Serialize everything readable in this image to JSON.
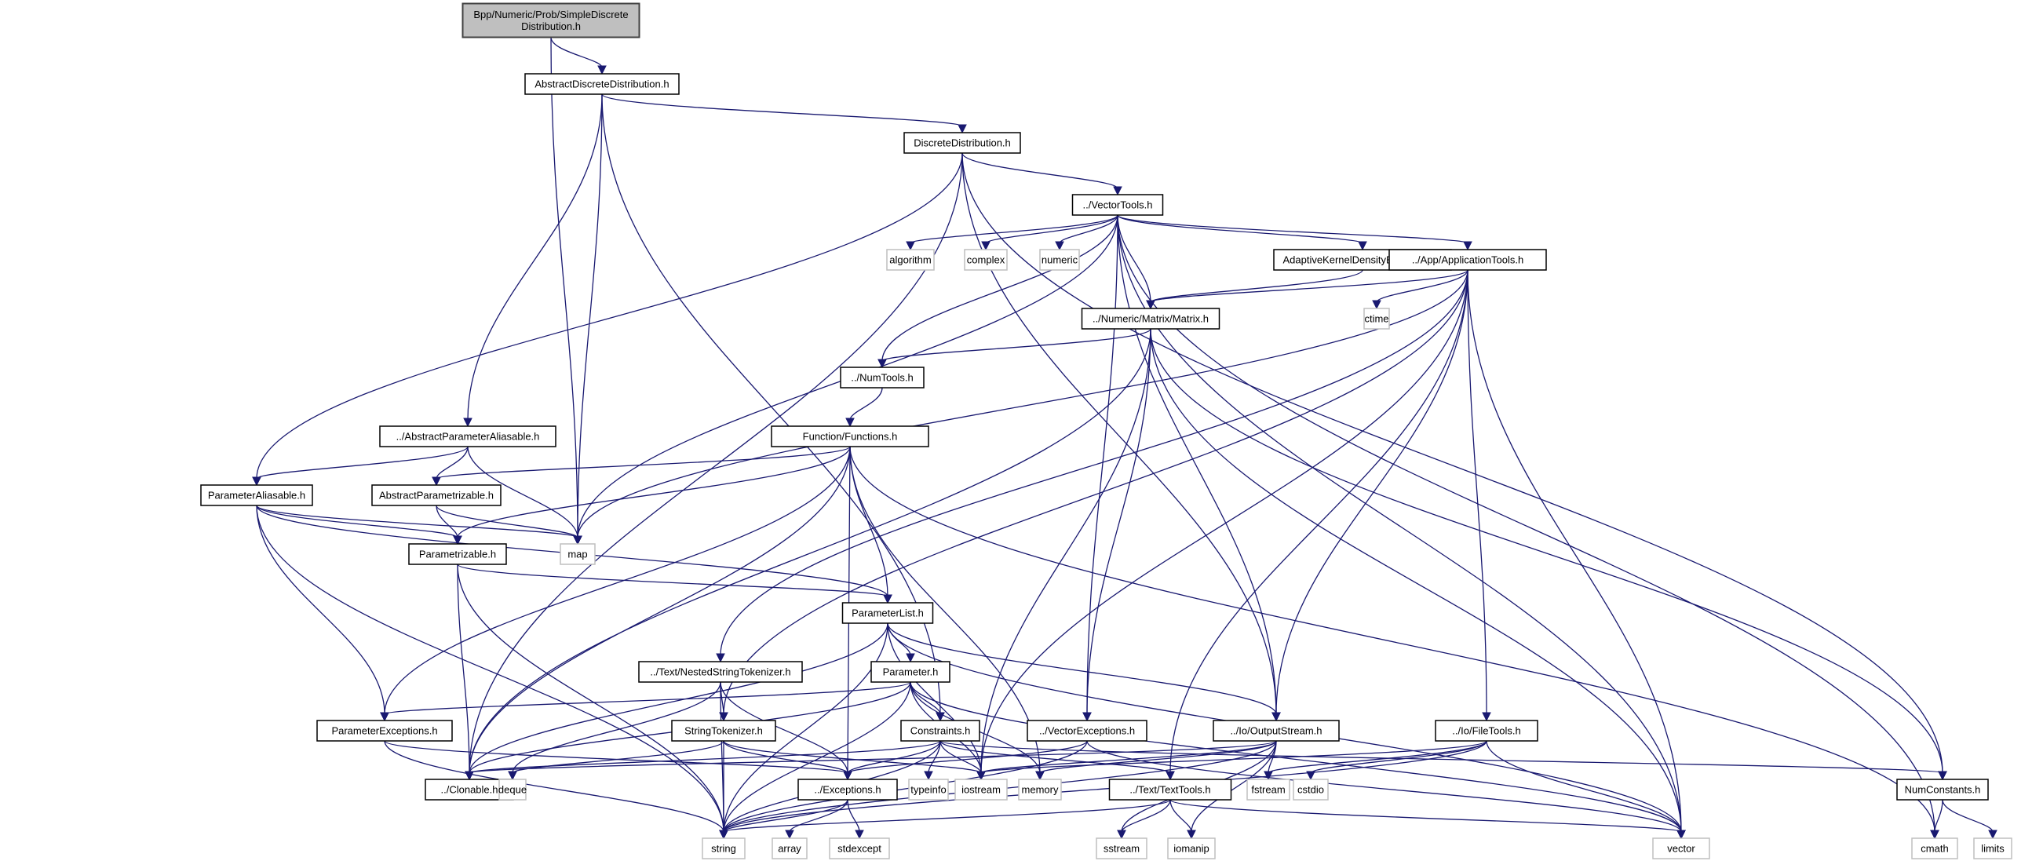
{
  "title": "Bpp/Numeric/Prob/SimpleDiscreteDistribution.h include dependency graph",
  "colors": {
    "edge": "#191970",
    "root_fill": "#bfbfbf",
    "node_border": "#000000",
    "system_border": "#bfbfbf"
  },
  "nodes": [
    {
      "id": "root",
      "lines": [
        "Bpp/Numeric/Prob/SimpleDiscrete",
        "Distribution.h"
      ],
      "kind": "root"
    },
    {
      "id": "add",
      "lines": [
        "AbstractDiscreteDistribution.h"
      ],
      "kind": "file"
    },
    {
      "id": "dd",
      "lines": [
        "DiscreteDistribution.h"
      ],
      "kind": "file"
    },
    {
      "id": "vt",
      "lines": [
        "../VectorTools.h"
      ],
      "kind": "file"
    },
    {
      "id": "algorithm",
      "lines": [
        "algorithm"
      ],
      "kind": "system"
    },
    {
      "id": "complex",
      "lines": [
        "complex"
      ],
      "kind": "system"
    },
    {
      "id": "numeric",
      "lines": [
        "numeric"
      ],
      "kind": "system"
    },
    {
      "id": "akde",
      "lines": [
        "AdaptiveKernelDensityEstimation.h"
      ],
      "kind": "file"
    },
    {
      "id": "app",
      "lines": [
        "../App/ApplicationTools.h"
      ],
      "kind": "file"
    },
    {
      "id": "matrix",
      "lines": [
        "../Numeric/Matrix/Matrix.h"
      ],
      "kind": "file"
    },
    {
      "id": "ctime",
      "lines": [
        "ctime"
      ],
      "kind": "system"
    },
    {
      "id": "numtools",
      "lines": [
        "../NumTools.h"
      ],
      "kind": "file"
    },
    {
      "id": "apa",
      "lines": [
        "../AbstractParameterAliasable.h"
      ],
      "kind": "file"
    },
    {
      "id": "func",
      "lines": [
        "Function/Functions.h"
      ],
      "kind": "file"
    },
    {
      "id": "pa",
      "lines": [
        "ParameterAliasable.h"
      ],
      "kind": "file"
    },
    {
      "id": "ap",
      "lines": [
        "AbstractParametrizable.h"
      ],
      "kind": "file"
    },
    {
      "id": "map",
      "lines": [
        "map"
      ],
      "kind": "system"
    },
    {
      "id": "ptz",
      "lines": [
        "Parametrizable.h"
      ],
      "kind": "file"
    },
    {
      "id": "plist",
      "lines": [
        "ParameterList.h"
      ],
      "kind": "file"
    },
    {
      "id": "nst",
      "lines": [
        "../Text/NestedStringTokenizer.h"
      ],
      "kind": "file"
    },
    {
      "id": "param",
      "lines": [
        "Parameter.h"
      ],
      "kind": "file"
    },
    {
      "id": "pexc",
      "lines": [
        "ParameterExceptions.h"
      ],
      "kind": "file"
    },
    {
      "id": "st",
      "lines": [
        "StringTokenizer.h"
      ],
      "kind": "file"
    },
    {
      "id": "cons",
      "lines": [
        "Constraints.h"
      ],
      "kind": "file"
    },
    {
      "id": "vexc",
      "lines": [
        "../VectorExceptions.h"
      ],
      "kind": "file"
    },
    {
      "id": "os",
      "lines": [
        "../Io/OutputStream.h"
      ],
      "kind": "file"
    },
    {
      "id": "ft",
      "lines": [
        "../Io/FileTools.h"
      ],
      "kind": "file"
    },
    {
      "id": "clon",
      "lines": [
        "../Clonable.h"
      ],
      "kind": "file"
    },
    {
      "id": "deque",
      "lines": [
        "deque"
      ],
      "kind": "system"
    },
    {
      "id": "exc",
      "lines": [
        "../Exceptions.h"
      ],
      "kind": "file"
    },
    {
      "id": "typeinfo",
      "lines": [
        "typeinfo"
      ],
      "kind": "system"
    },
    {
      "id": "iostream",
      "lines": [
        "iostream"
      ],
      "kind": "system"
    },
    {
      "id": "memory",
      "lines": [
        "memory"
      ],
      "kind": "system"
    },
    {
      "id": "tt",
      "lines": [
        "../Text/TextTools.h"
      ],
      "kind": "file"
    },
    {
      "id": "fstream",
      "lines": [
        "fstream"
      ],
      "kind": "system"
    },
    {
      "id": "cstdio",
      "lines": [
        "cstdio"
      ],
      "kind": "system"
    },
    {
      "id": "numc",
      "lines": [
        "NumConstants.h"
      ],
      "kind": "file"
    },
    {
      "id": "string",
      "lines": [
        "string"
      ],
      "kind": "system"
    },
    {
      "id": "array",
      "lines": [
        "array"
      ],
      "kind": "system"
    },
    {
      "id": "stdexcept",
      "lines": [
        "stdexcept"
      ],
      "kind": "system"
    },
    {
      "id": "sstream",
      "lines": [
        "sstream"
      ],
      "kind": "system"
    },
    {
      "id": "iomanip",
      "lines": [
        "iomanip"
      ],
      "kind": "system"
    },
    {
      "id": "vector",
      "lines": [
        "vector"
      ],
      "kind": "system"
    },
    {
      "id": "cmath",
      "lines": [
        "cmath"
      ],
      "kind": "system"
    },
    {
      "id": "limits",
      "lines": [
        "limits"
      ],
      "kind": "system"
    }
  ],
  "edges": [
    [
      "root",
      "add"
    ],
    [
      "root",
      "map"
    ],
    [
      "add",
      "dd"
    ],
    [
      "add",
      "apa"
    ],
    [
      "add",
      "map"
    ],
    [
      "add",
      "cons"
    ],
    [
      "dd",
      "vt"
    ],
    [
      "dd",
      "pa"
    ],
    [
      "dd",
      "clon"
    ],
    [
      "dd",
      "os"
    ],
    [
      "dd",
      "numc"
    ],
    [
      "vt",
      "algorithm"
    ],
    [
      "vt",
      "complex"
    ],
    [
      "vt",
      "numeric"
    ],
    [
      "vt",
      "akde"
    ],
    [
      "vt",
      "app"
    ],
    [
      "vt",
      "matrix"
    ],
    [
      "vt",
      "numtools"
    ],
    [
      "vt",
      "vexc"
    ],
    [
      "vt",
      "map"
    ],
    [
      "vt",
      "os"
    ],
    [
      "vt",
      "vector"
    ],
    [
      "vt",
      "cmath"
    ],
    [
      "akde",
      "matrix"
    ],
    [
      "app",
      "matrix"
    ],
    [
      "app",
      "ctime"
    ],
    [
      "app",
      "nst"
    ],
    [
      "app",
      "st"
    ],
    [
      "app",
      "ft"
    ],
    [
      "app",
      "os"
    ],
    [
      "app",
      "tt"
    ],
    [
      "app",
      "vector"
    ],
    [
      "app",
      "iostream"
    ],
    [
      "app",
      "map"
    ],
    [
      "matrix",
      "numtools"
    ],
    [
      "matrix",
      "clon"
    ],
    [
      "matrix",
      "vexc"
    ],
    [
      "matrix",
      "iostream"
    ],
    [
      "matrix",
      "vector"
    ],
    [
      "matrix",
      "numc"
    ],
    [
      "numtools",
      "func"
    ],
    [
      "apa",
      "pa"
    ],
    [
      "apa",
      "ap"
    ],
    [
      "apa",
      "map"
    ],
    [
      "func",
      "ap"
    ],
    [
      "func",
      "ptz"
    ],
    [
      "func",
      "plist"
    ],
    [
      "func",
      "pexc"
    ],
    [
      "func",
      "exc"
    ],
    [
      "func",
      "clon"
    ],
    [
      "func",
      "memory"
    ],
    [
      "func",
      "cmath"
    ],
    [
      "pa",
      "ptz"
    ],
    [
      "pa",
      "map"
    ],
    [
      "pa",
      "plist"
    ],
    [
      "pa",
      "pexc"
    ],
    [
      "pa",
      "string"
    ],
    [
      "ap",
      "ptz"
    ],
    [
      "ap",
      "map"
    ],
    [
      "ptz",
      "plist"
    ],
    [
      "ptz",
      "clon"
    ],
    [
      "ptz",
      "string"
    ],
    [
      "plist",
      "param"
    ],
    [
      "plist",
      "clon"
    ],
    [
      "plist",
      "os"
    ],
    [
      "plist",
      "iostream"
    ],
    [
      "plist",
      "string"
    ],
    [
      "plist",
      "vector"
    ],
    [
      "nst",
      "st"
    ],
    [
      "nst",
      "exc"
    ],
    [
      "nst",
      "deque"
    ],
    [
      "nst",
      "string"
    ],
    [
      "param",
      "cons"
    ],
    [
      "param",
      "pexc"
    ],
    [
      "param",
      "clon"
    ],
    [
      "param",
      "iostream"
    ],
    [
      "param",
      "memory"
    ],
    [
      "param",
      "string"
    ],
    [
      "param",
      "vector"
    ],
    [
      "pexc",
      "exc"
    ],
    [
      "pexc",
      "string"
    ],
    [
      "st",
      "exc"
    ],
    [
      "st",
      "deque"
    ],
    [
      "st",
      "string"
    ],
    [
      "st",
      "iostream"
    ],
    [
      "cons",
      "exc"
    ],
    [
      "cons",
      "clon"
    ],
    [
      "cons",
      "typeinfo"
    ],
    [
      "cons",
      "iostream"
    ],
    [
      "cons",
      "tt"
    ],
    [
      "cons",
      "numc"
    ],
    [
      "cons",
      "string"
    ],
    [
      "vexc",
      "exc"
    ],
    [
      "vexc",
      "string"
    ],
    [
      "vexc",
      "vector"
    ],
    [
      "os",
      "iostream"
    ],
    [
      "os",
      "memory"
    ],
    [
      "os",
      "fstream"
    ],
    [
      "os",
      "iomanip"
    ],
    [
      "os",
      "sstream"
    ],
    [
      "os",
      "string"
    ],
    [
      "os",
      "clon"
    ],
    [
      "ft",
      "fstream"
    ],
    [
      "ft",
      "cstdio"
    ],
    [
      "ft",
      "vector"
    ],
    [
      "ft",
      "iostream"
    ],
    [
      "ft",
      "string"
    ],
    [
      "exc",
      "string"
    ],
    [
      "exc",
      "array"
    ],
    [
      "exc",
      "stdexcept"
    ],
    [
      "tt",
      "sstream"
    ],
    [
      "tt",
      "iomanip"
    ],
    [
      "tt",
      "vector"
    ],
    [
      "tt",
      "string"
    ],
    [
      "numc",
      "cmath"
    ],
    [
      "numc",
      "limits"
    ]
  ]
}
